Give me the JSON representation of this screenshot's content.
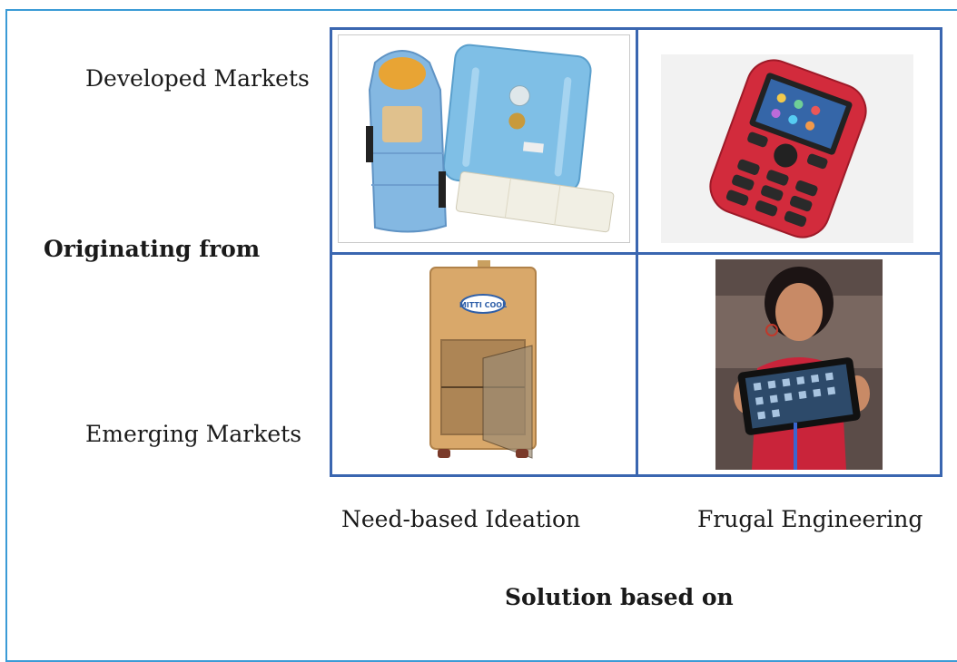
{
  "row_labels": {
    "top": "Developed Markets",
    "bottom": "Emerging Markets"
  },
  "column_labels": {
    "left": "Need-based Ideation",
    "right": "Frugal Engineering"
  },
  "axis_titles": {
    "vertical": "Originating from",
    "horizontal": "Solution based on"
  },
  "tablet_on_mfg": "MITTI COOL",
  "colors": {
    "frame_border": "#3b9bd6",
    "grid_border": "#3a66b0"
  }
}
